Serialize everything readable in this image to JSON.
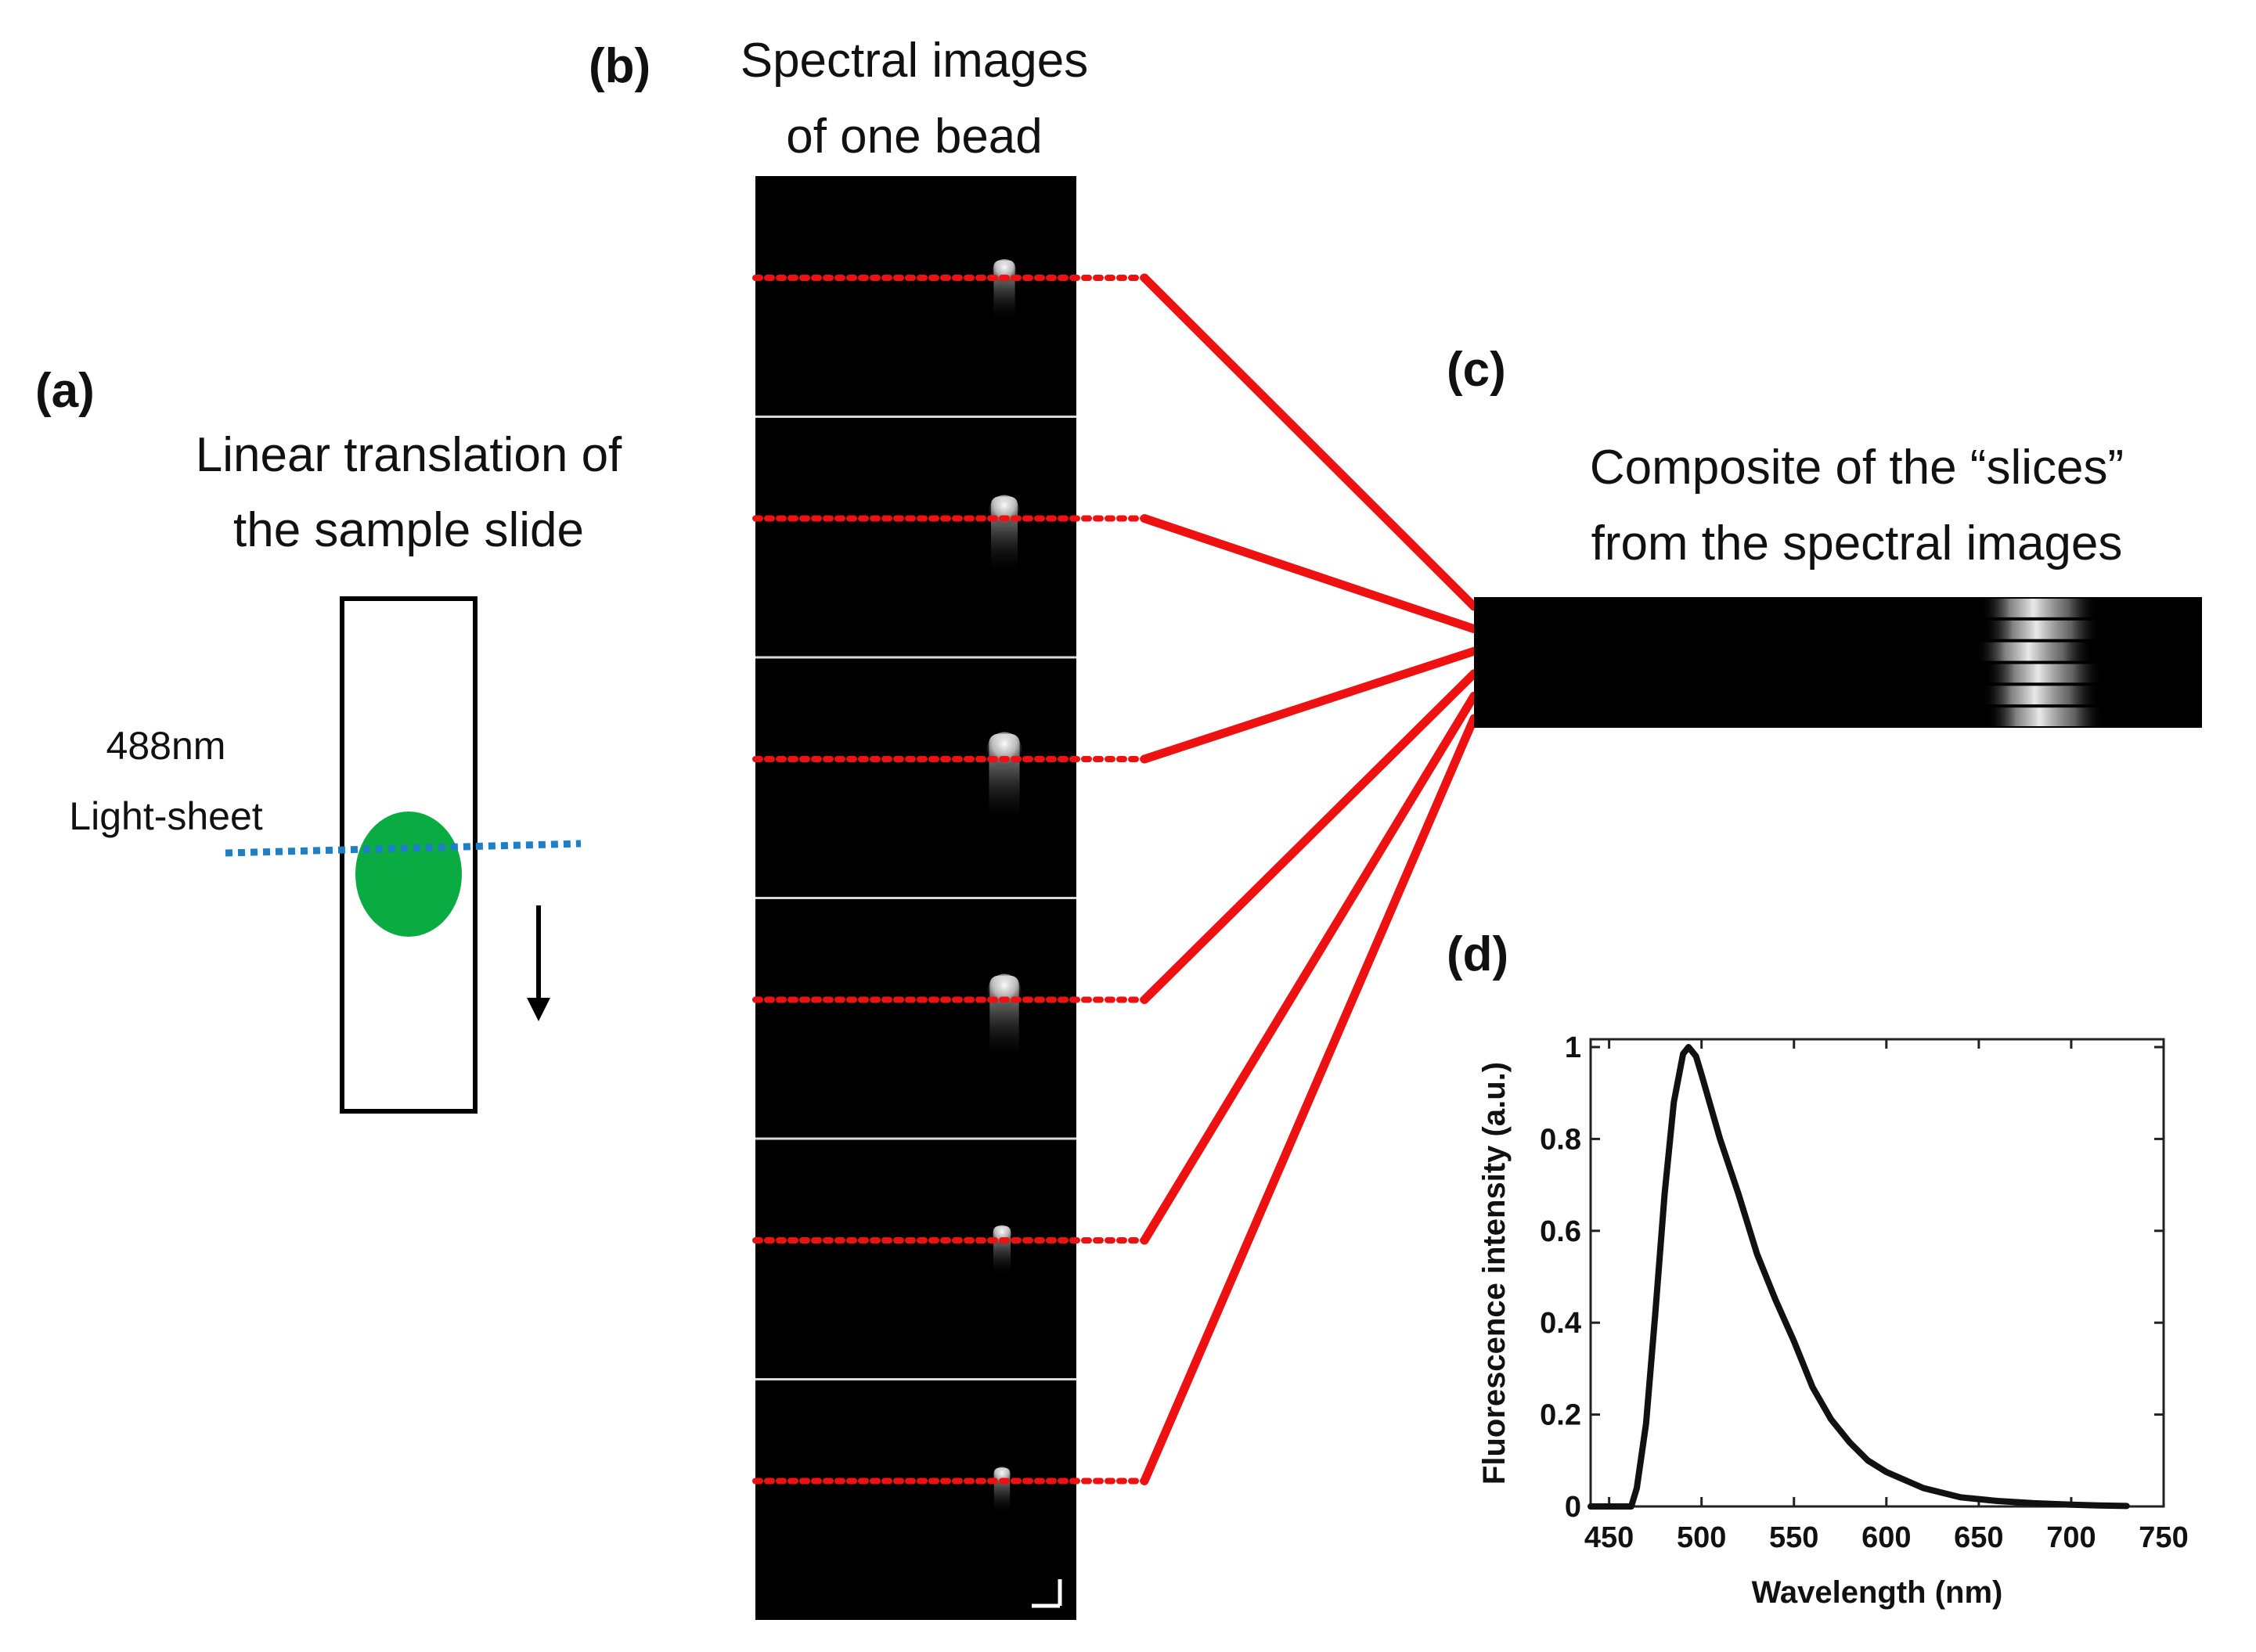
{
  "panel_a": {
    "label": "(a)",
    "caption_lines": [
      "Linear translation of",
      "the sample slide"
    ],
    "laser_lines": [
      "488nm",
      "Light-sheet"
    ],
    "colors": {
      "bead": "#0aab43",
      "light_sheet": "#1f7fc4"
    }
  },
  "panel_b": {
    "label": "(b)",
    "caption_lines": [
      "Spectral images",
      "of one bead"
    ],
    "image_count": 6,
    "colors": {
      "slice_line": "#ee1111"
    }
  },
  "panel_c": {
    "label": "(c)",
    "caption_lines": [
      "Composite of the “slices”",
      "from the spectral images"
    ]
  },
  "panel_d": {
    "label": "(d)"
  },
  "chart_data": {
    "type": "line",
    "title": "",
    "xlabel": "Wavelength (nm)",
    "ylabel": "Fluorescence intensity (a.u.)",
    "xlim": [
      440,
      750
    ],
    "ylim": [
      0,
      1
    ],
    "xticks": [
      450,
      500,
      550,
      600,
      650,
      700,
      750
    ],
    "yticks": [
      0,
      0.2,
      0.4,
      0.6,
      0.8,
      1
    ],
    "ytick_labels": [
      "0",
      "0.2",
      "0.4",
      "0.6",
      "0.8",
      "1"
    ],
    "grid": false,
    "series": [
      {
        "x": [
          440,
          462,
          465,
          470,
          475,
          480,
          485,
          490,
          493,
          497,
          500,
          505,
          510,
          520,
          530,
          540,
          550,
          560,
          570,
          580,
          590,
          600,
          620,
          640,
          660,
          680,
          700,
          715,
          730
        ],
        "y": [
          0.0,
          0.0,
          0.04,
          0.18,
          0.42,
          0.68,
          0.88,
          0.985,
          1.0,
          0.98,
          0.94,
          0.87,
          0.8,
          0.68,
          0.55,
          0.45,
          0.36,
          0.26,
          0.19,
          0.14,
          0.1,
          0.075,
          0.04,
          0.02,
          0.012,
          0.007,
          0.004,
          0.002,
          0.001
        ]
      }
    ]
  }
}
